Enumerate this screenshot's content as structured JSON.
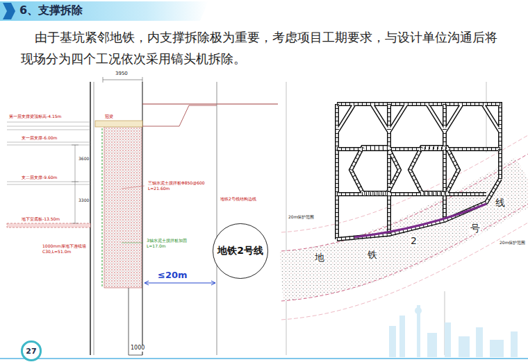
{
  "diagram": {
    "title": "6、支撑拆除",
    "nodes": [
      {
        "text": [
          "地铁2号线"
        ]
      },
      {
        "text": [
          "27"
        ]
      }
    ],
    "labels": [
      "由于基坑紧邻地铁，内支撑拆除极为重要，考虑项目工期要求，与设计单位沟通后将现场分为四个工况依次采用镐头机拆除。",
      "3950",
      "冠梁",
      "第一层支撑梁顶标高-4.15m",
      "支一层支撑-6.00m",
      "3600",
      "支二层支撑-9.60m",
      "3300",
      "地下室底板-13.50m",
      "三轴水泥土搅拌桩Φ850@600",
      "L=21.60m",
      "地铁2号线结构边线",
      "1000mm厚地下连续墙",
      "C30,L=51.0m",
      "3轴水泥土搅拌桩加固",
      "L=17.0m",
      "≤20m",
      "1000",
      "20m保护范围",
      "地",
      "铁",
      "2",
      "号",
      "线",
      "20m保护范围"
    ]
  }
}
